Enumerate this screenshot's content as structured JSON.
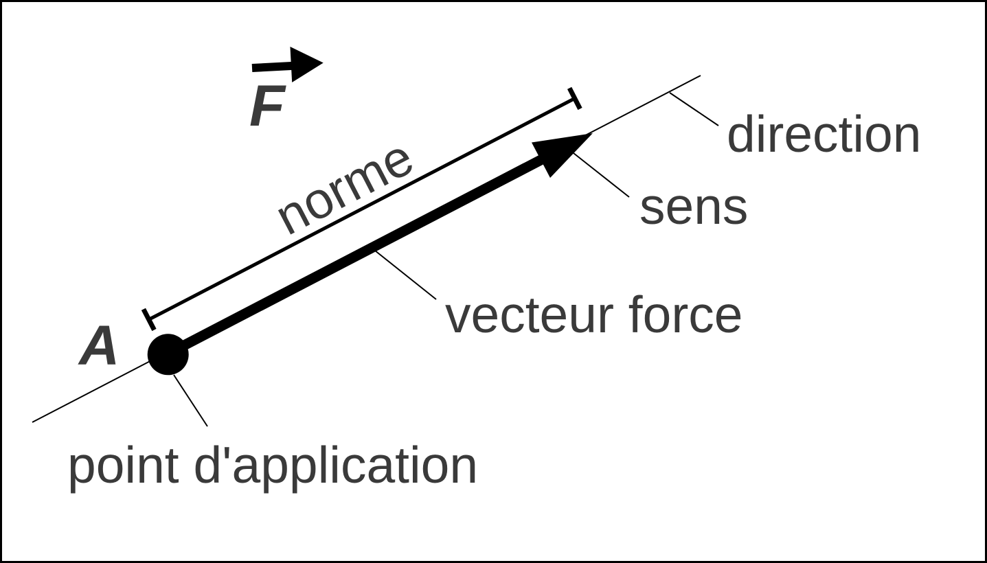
{
  "diagram": {
    "description": "force vector anatomy diagram",
    "vector_symbol": "F",
    "point_symbol": "A",
    "labels": {
      "norme": "norme",
      "direction": "direction",
      "sens": "sens",
      "vecteur_force": "vecteur force",
      "point_application": "point d'application"
    },
    "colors": {
      "ink": "#000000",
      "label_text": "#3a3a3a",
      "background": "#ffffff",
      "border": "#000000"
    }
  }
}
